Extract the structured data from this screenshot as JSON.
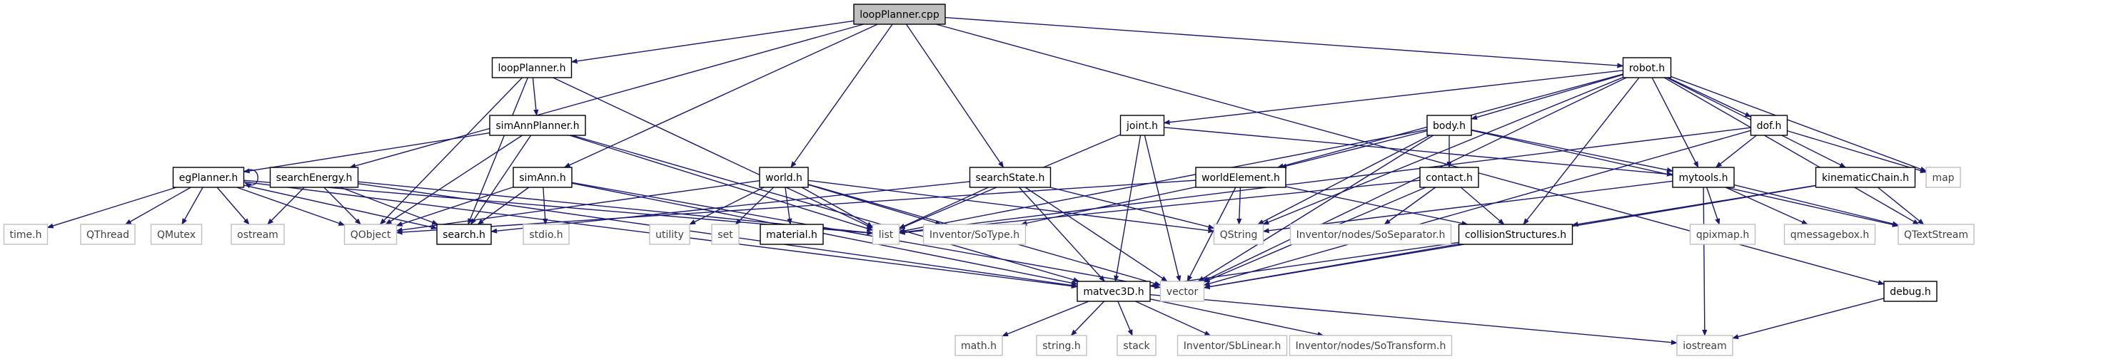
{
  "diagram": {
    "root": "loopPlanner.cpp",
    "nodes": {
      "loopPlanner_cpp": {
        "label": "loopPlanner.cpp",
        "kind": "root"
      },
      "loopPlanner_h": {
        "label": "loopPlanner.h",
        "kind": "file"
      },
      "robot_h": {
        "label": "robot.h",
        "kind": "file"
      },
      "simAnnPlanner_h": {
        "label": "simAnnPlanner.h",
        "kind": "file"
      },
      "joint_h": {
        "label": "joint.h",
        "kind": "file"
      },
      "body_h": {
        "label": "body.h",
        "kind": "file"
      },
      "dof_h": {
        "label": "dof.h",
        "kind": "file"
      },
      "map": {
        "label": "map",
        "kind": "external"
      },
      "egPlanner_h": {
        "label": "egPlanner.h",
        "kind": "file"
      },
      "searchEnergy_h": {
        "label": "searchEnergy.h",
        "kind": "file"
      },
      "simAnn_h": {
        "label": "simAnn.h",
        "kind": "file"
      },
      "world_h": {
        "label": "world.h",
        "kind": "file"
      },
      "searchState_h": {
        "label": "searchState.h",
        "kind": "file"
      },
      "worldElement_h": {
        "label": "worldElement.h",
        "kind": "file"
      },
      "contact_h": {
        "label": "contact.h",
        "kind": "file"
      },
      "mytools_h": {
        "label": "mytools.h",
        "kind": "file"
      },
      "kinematicChain_h": {
        "label": "kinematicChain.h",
        "kind": "file"
      },
      "time_h": {
        "label": "time.h",
        "kind": "external"
      },
      "QThread": {
        "label": "QThread",
        "kind": "external"
      },
      "QMutex": {
        "label": "QMutex",
        "kind": "external"
      },
      "ostream": {
        "label": "ostream",
        "kind": "external"
      },
      "QObject": {
        "label": "QObject",
        "kind": "external"
      },
      "search_h": {
        "label": "search.h",
        "kind": "file"
      },
      "list": {
        "label": "list",
        "kind": "external"
      },
      "stdio_h": {
        "label": "stdio.h",
        "kind": "external"
      },
      "utility": {
        "label": "utility",
        "kind": "external"
      },
      "set": {
        "label": "set",
        "kind": "external"
      },
      "material_h": {
        "label": "material.h",
        "kind": "file"
      },
      "SoType_h": {
        "label": "Inventor/SoType.h",
        "kind": "external"
      },
      "QString": {
        "label": "QString",
        "kind": "external"
      },
      "SoSeparator_h": {
        "label": "Inventor/nodes/SoSeparator.h",
        "kind": "external"
      },
      "collisionStructures_h": {
        "label": "collisionStructures.h",
        "kind": "file"
      },
      "qpixmap_h": {
        "label": "qpixmap.h",
        "kind": "external"
      },
      "qmessagebox_h": {
        "label": "qmessagebox.h",
        "kind": "external"
      },
      "QTextStream": {
        "label": "QTextStream",
        "kind": "external"
      },
      "matvec3D_h": {
        "label": "matvec3D.h",
        "kind": "file"
      },
      "vector": {
        "label": "vector",
        "kind": "external"
      },
      "debug_h": {
        "label": "debug.h",
        "kind": "file"
      },
      "math_h": {
        "label": "math.h",
        "kind": "external"
      },
      "string_h": {
        "label": "string.h",
        "kind": "external"
      },
      "stack": {
        "label": "stack",
        "kind": "external"
      },
      "SbLinear_h": {
        "label": "Inventor/SbLinear.h",
        "kind": "external"
      },
      "SoTransform_h": {
        "label": "Inventor/nodes/SoTransform.h",
        "kind": "external"
      },
      "iostream": {
        "label": "iostream",
        "kind": "external"
      }
    },
    "edges": [
      [
        "loopPlanner_cpp",
        "loopPlanner_h"
      ],
      [
        "loopPlanner_cpp",
        "robot_h"
      ],
      [
        "loopPlanner_cpp",
        "searchEnergy_h"
      ],
      [
        "loopPlanner_cpp",
        "simAnn_h"
      ],
      [
        "loopPlanner_cpp",
        "world_h"
      ],
      [
        "loopPlanner_cpp",
        "searchState_h"
      ],
      [
        "loopPlanner_cpp",
        "debug_h"
      ],
      [
        "loopPlanner_h",
        "simAnnPlanner_h"
      ],
      [
        "loopPlanner_h",
        "QObject"
      ],
      [
        "loopPlanner_h",
        "search_h"
      ],
      [
        "loopPlanner_h",
        "list"
      ],
      [
        "simAnnPlanner_h",
        "egPlanner_h"
      ],
      [
        "simAnnPlanner_h",
        "QObject"
      ],
      [
        "simAnnPlanner_h",
        "search_h"
      ],
      [
        "simAnnPlanner_h",
        "list"
      ],
      [
        "simAnnPlanner_h",
        "matvec3D_h"
      ],
      [
        "egPlanner_h",
        "egPlanner_h"
      ],
      [
        "egPlanner_h",
        "time_h"
      ],
      [
        "egPlanner_h",
        "QThread"
      ],
      [
        "egPlanner_h",
        "QMutex"
      ],
      [
        "egPlanner_h",
        "ostream"
      ],
      [
        "egPlanner_h",
        "QObject"
      ],
      [
        "egPlanner_h",
        "search_h"
      ],
      [
        "egPlanner_h",
        "list"
      ],
      [
        "egPlanner_h",
        "matvec3D_h"
      ],
      [
        "searchEnergy_h",
        "ostream"
      ],
      [
        "searchEnergy_h",
        "QObject"
      ],
      [
        "searchEnergy_h",
        "search_h"
      ],
      [
        "searchEnergy_h",
        "list"
      ],
      [
        "searchEnergy_h",
        "matvec3D_h"
      ],
      [
        "simAnn_h",
        "QObject"
      ],
      [
        "simAnn_h",
        "search_h"
      ],
      [
        "simAnn_h",
        "stdio_h"
      ],
      [
        "simAnn_h",
        "matvec3D_h"
      ],
      [
        "simAnn_h",
        "vector"
      ],
      [
        "world_h",
        "QObject"
      ],
      [
        "world_h",
        "list"
      ],
      [
        "world_h",
        "utility"
      ],
      [
        "world_h",
        "set"
      ],
      [
        "world_h",
        "material_h"
      ],
      [
        "world_h",
        "SoType_h"
      ],
      [
        "world_h",
        "QString"
      ],
      [
        "world_h",
        "vector"
      ],
      [
        "searchState_h",
        "search_h"
      ],
      [
        "searchState_h",
        "list"
      ],
      [
        "searchState_h",
        "matvec3D_h"
      ],
      [
        "searchState_h",
        "QString"
      ],
      [
        "searchState_h",
        "vector"
      ],
      [
        "robot_h",
        "joint_h"
      ],
      [
        "robot_h",
        "body_h"
      ],
      [
        "robot_h",
        "dof_h"
      ],
      [
        "robot_h",
        "map"
      ],
      [
        "robot_h",
        "worldElement_h"
      ],
      [
        "robot_h",
        "mytools_h"
      ],
      [
        "robot_h",
        "kinematicChain_h"
      ],
      [
        "robot_h",
        "collisionStructures_h"
      ],
      [
        "robot_h",
        "QString"
      ],
      [
        "robot_h",
        "QTextStream"
      ],
      [
        "robot_h",
        "vector"
      ],
      [
        "joint_h",
        "list"
      ],
      [
        "joint_h",
        "mytools_h"
      ],
      [
        "joint_h",
        "matvec3D_h"
      ],
      [
        "joint_h",
        "vector"
      ],
      [
        "body_h",
        "list"
      ],
      [
        "body_h",
        "worldElement_h"
      ],
      [
        "body_h",
        "contact_h"
      ],
      [
        "body_h",
        "mytools_h"
      ],
      [
        "body_h",
        "QString"
      ],
      [
        "body_h",
        "QTextStream"
      ],
      [
        "body_h",
        "vector"
      ],
      [
        "dof_h",
        "list"
      ],
      [
        "dof_h",
        "mytools_h"
      ],
      [
        "dof_h",
        "map"
      ],
      [
        "dof_h",
        "vector"
      ],
      [
        "worldElement_h",
        "QObject"
      ],
      [
        "worldElement_h",
        "SoType_h"
      ],
      [
        "worldElement_h",
        "QString"
      ],
      [
        "worldElement_h",
        "collisionStructures_h"
      ],
      [
        "worldElement_h",
        "vector"
      ],
      [
        "contact_h",
        "list"
      ],
      [
        "contact_h",
        "SoSeparator_h"
      ],
      [
        "contact_h",
        "collisionStructures_h"
      ],
      [
        "contact_h",
        "vector"
      ],
      [
        "mytools_h",
        "QString"
      ],
      [
        "mytools_h",
        "qpixmap_h"
      ],
      [
        "mytools_h",
        "qmessagebox_h"
      ],
      [
        "mytools_h",
        "QTextStream"
      ],
      [
        "mytools_h",
        "iostream"
      ],
      [
        "kinematicChain_h",
        "collisionStructures_h"
      ],
      [
        "kinematicChain_h",
        "QTextStream"
      ],
      [
        "kinematicChain_h",
        "vector"
      ],
      [
        "collisionStructures_h",
        "matvec3D_h"
      ],
      [
        "collisionStructures_h",
        "vector"
      ],
      [
        "matvec3D_h",
        "math_h"
      ],
      [
        "matvec3D_h",
        "string_h"
      ],
      [
        "matvec3D_h",
        "stack"
      ],
      [
        "matvec3D_h",
        "SbLinear_h"
      ],
      [
        "matvec3D_h",
        "SoTransform_h"
      ],
      [
        "matvec3D_h",
        "iostream"
      ],
      [
        "debug_h",
        "iostream"
      ]
    ]
  },
  "colors": {
    "edge": "#191970",
    "file_border": "#000000",
    "external_border": "#bfbfbf",
    "external_text": "#404040",
    "root_fill": "#bfbfbf",
    "node_fill": "#ffffff"
  }
}
